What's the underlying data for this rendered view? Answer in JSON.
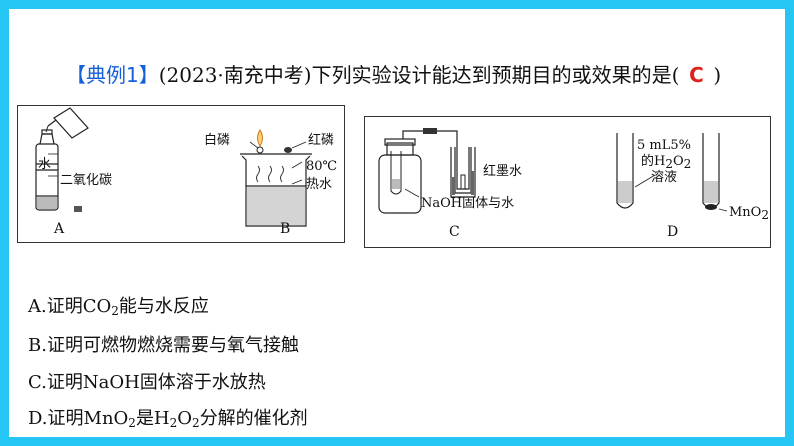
{
  "header": {
    "tag": "【典例1】",
    "source": "(2023·南充中考)",
    "question": "下列实验设计能达到预期目的或效果的是(",
    "answer": "C",
    "close": ")"
  },
  "figures": {
    "A": {
      "caption": "A",
      "label_water": "水",
      "label_co2": "二氧化碳"
    },
    "B": {
      "caption": "B",
      "label_white_p": "白磷",
      "label_red_p": "红磷",
      "label_temp": "80℃",
      "label_hot_water": "热水"
    },
    "C": {
      "caption": "C",
      "label_ink": "红墨水",
      "label_naoh": "NaOH固体与水"
    },
    "D": {
      "caption": "D",
      "label_conc": "5 mL5%",
      "label_of": "的H",
      "label_sub2a": "2",
      "label_o": "O",
      "label_sub2b": "2",
      "label_solution": "溶液",
      "label_mno2": "MnO",
      "label_mno2_sub": "2"
    }
  },
  "options": [
    {
      "pre": "A.证明CO",
      "sub": "2",
      "post": "能与水反应"
    },
    {
      "pre": "B.证明可燃物燃烧需要与氧气接触",
      "sub": "",
      "post": ""
    },
    {
      "pre": "C.证明NaOH固体溶于水放热",
      "sub": "",
      "post": ""
    },
    {
      "pre": "D.证明MnO",
      "sub": "2",
      "mid": "是H",
      "sub2": "2",
      "mid2": "O",
      "sub3": "2",
      "post": "分解的催化剂"
    }
  ]
}
